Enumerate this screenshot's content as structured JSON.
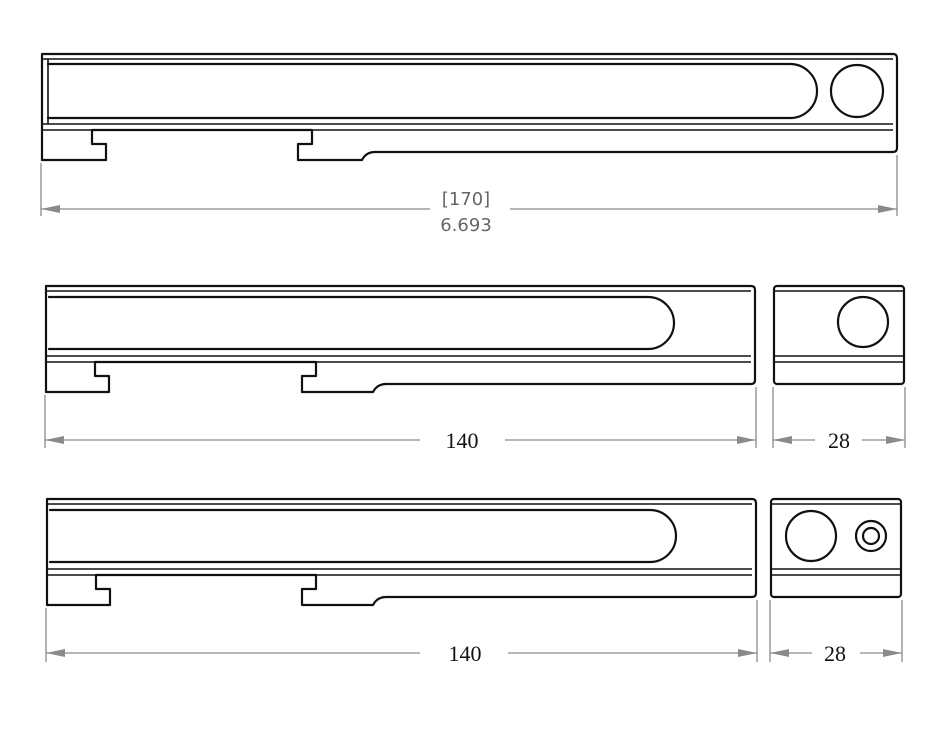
{
  "top_view": {
    "dimension_bracketed": "[170]",
    "dimension_inch": "6.693"
  },
  "middle_view": {
    "length_dimension": "140",
    "end_dimension": "28"
  },
  "bottom_view": {
    "length_dimension": "140",
    "end_dimension": "28"
  },
  "colors": {
    "outline": "#111111",
    "dimension_line": "#8a8a8a"
  }
}
